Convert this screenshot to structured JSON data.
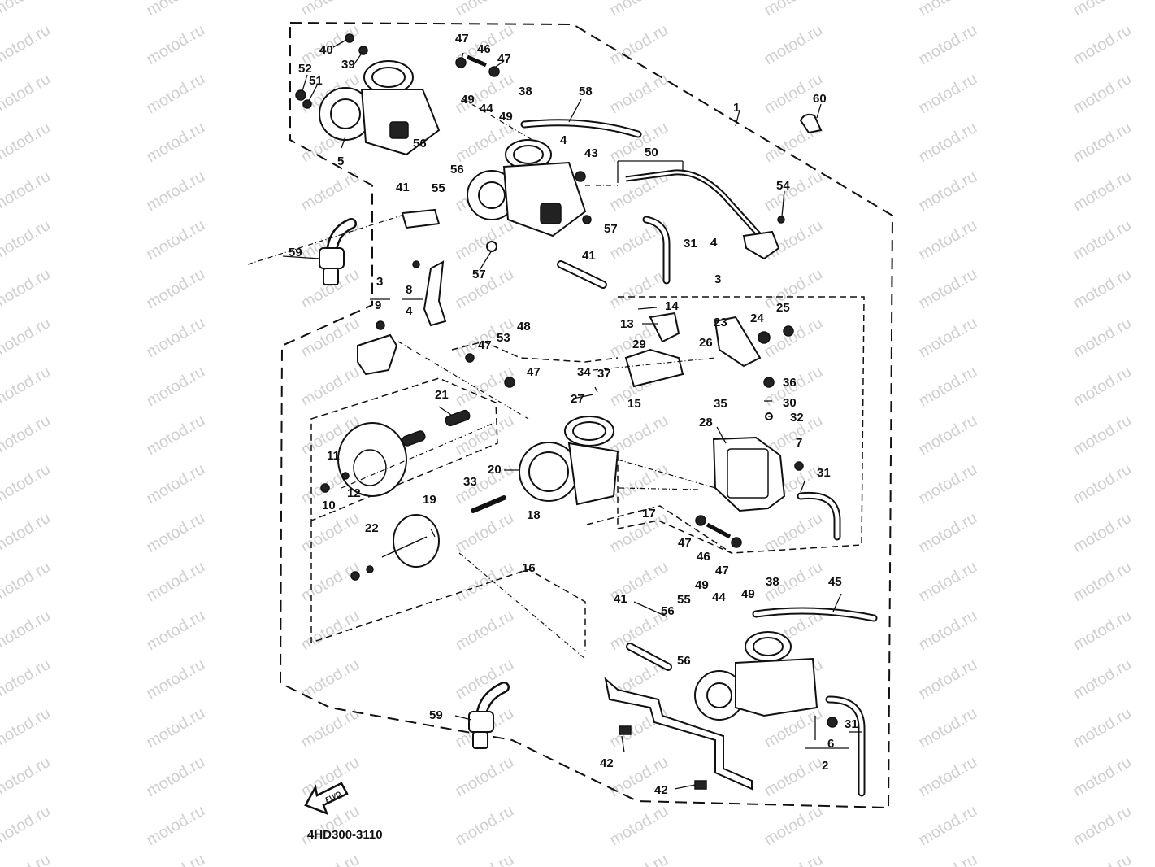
{
  "diagram": {
    "title_code": "4HD300-3110",
    "direction_indicator": "FWD",
    "watermark": "motod.ru",
    "subject": "Carburetor assembly exploded view"
  },
  "callouts": [
    {
      "id": "c1",
      "label": "1"
    },
    {
      "id": "c2",
      "label": "2"
    },
    {
      "id": "c3a",
      "label": "3"
    },
    {
      "id": "c3b",
      "label": "3"
    },
    {
      "id": "c4a",
      "label": "4"
    },
    {
      "id": "c4b",
      "label": "4"
    },
    {
      "id": "c4c",
      "label": "4"
    },
    {
      "id": "c5",
      "label": "5"
    },
    {
      "id": "c6",
      "label": "6"
    },
    {
      "id": "c7",
      "label": "7"
    },
    {
      "id": "c8",
      "label": "8"
    },
    {
      "id": "c9",
      "label": "9"
    },
    {
      "id": "c10",
      "label": "10"
    },
    {
      "id": "c11",
      "label": "11"
    },
    {
      "id": "c12",
      "label": "12"
    },
    {
      "id": "c13",
      "label": "13"
    },
    {
      "id": "c14",
      "label": "14"
    },
    {
      "id": "c15",
      "label": "15"
    },
    {
      "id": "c16",
      "label": "16"
    },
    {
      "id": "c17",
      "label": "17"
    },
    {
      "id": "c18",
      "label": "18"
    },
    {
      "id": "c19",
      "label": "19"
    },
    {
      "id": "c20",
      "label": "20"
    },
    {
      "id": "c21",
      "label": "21"
    },
    {
      "id": "c22",
      "label": "22"
    },
    {
      "id": "c23",
      "label": "23"
    },
    {
      "id": "c24",
      "label": "24"
    },
    {
      "id": "c25",
      "label": "25"
    },
    {
      "id": "c26",
      "label": "26"
    },
    {
      "id": "c27",
      "label": "27"
    },
    {
      "id": "c28",
      "label": "28"
    },
    {
      "id": "c29",
      "label": "29"
    },
    {
      "id": "c30",
      "label": "30"
    },
    {
      "id": "c31a",
      "label": "31"
    },
    {
      "id": "c31b",
      "label": "31"
    },
    {
      "id": "c31c",
      "label": "31"
    },
    {
      "id": "c32",
      "label": "32"
    },
    {
      "id": "c33",
      "label": "33"
    },
    {
      "id": "c34",
      "label": "34"
    },
    {
      "id": "c35",
      "label": "35"
    },
    {
      "id": "c36",
      "label": "36"
    },
    {
      "id": "c37",
      "label": "37"
    },
    {
      "id": "c38a",
      "label": "38"
    },
    {
      "id": "c38b",
      "label": "38"
    },
    {
      "id": "c39",
      "label": "39"
    },
    {
      "id": "c40",
      "label": "40"
    },
    {
      "id": "c41a",
      "label": "41"
    },
    {
      "id": "c41b",
      "label": "41"
    },
    {
      "id": "c41c",
      "label": "41"
    },
    {
      "id": "c42a",
      "label": "42"
    },
    {
      "id": "c42b",
      "label": "42"
    },
    {
      "id": "c43",
      "label": "43"
    },
    {
      "id": "c44a",
      "label": "44"
    },
    {
      "id": "c44b",
      "label": "44"
    },
    {
      "id": "c45",
      "label": "45"
    },
    {
      "id": "c46a",
      "label": "46"
    },
    {
      "id": "c46b",
      "label": "46"
    },
    {
      "id": "c47a",
      "label": "47"
    },
    {
      "id": "c47b",
      "label": "47"
    },
    {
      "id": "c47c",
      "label": "47"
    },
    {
      "id": "c47d",
      "label": "47"
    },
    {
      "id": "c47e",
      "label": "47"
    },
    {
      "id": "c47f",
      "label": "47"
    },
    {
      "id": "c48",
      "label": "48"
    },
    {
      "id": "c49a",
      "label": "49"
    },
    {
      "id": "c49b",
      "label": "49"
    },
    {
      "id": "c49c",
      "label": "49"
    },
    {
      "id": "c49d",
      "label": "49"
    },
    {
      "id": "c50",
      "label": "50"
    },
    {
      "id": "c51",
      "label": "51"
    },
    {
      "id": "c52",
      "label": "52"
    },
    {
      "id": "c53",
      "label": "53"
    },
    {
      "id": "c54",
      "label": "54"
    },
    {
      "id": "c55a",
      "label": "55"
    },
    {
      "id": "c55b",
      "label": "55"
    },
    {
      "id": "c56a",
      "label": "56"
    },
    {
      "id": "c56b",
      "label": "56"
    },
    {
      "id": "c56c",
      "label": "56"
    },
    {
      "id": "c56d",
      "label": "56"
    },
    {
      "id": "c57a",
      "label": "57"
    },
    {
      "id": "c57b",
      "label": "57"
    },
    {
      "id": "c58",
      "label": "58"
    },
    {
      "id": "c59a",
      "label": "59"
    },
    {
      "id": "c59b",
      "label": "59"
    },
    {
      "id": "c60",
      "label": "60"
    }
  ]
}
